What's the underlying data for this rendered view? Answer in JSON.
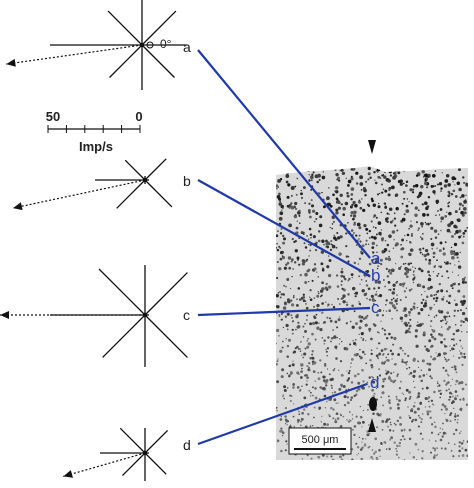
{
  "panels": [
    {
      "id": "a",
      "label": "a",
      "angle_label": "0°"
    },
    {
      "id": "b",
      "label": "b"
    },
    {
      "id": "c",
      "label": "c"
    },
    {
      "id": "d",
      "label": "d"
    }
  ],
  "scale_bar": {
    "left_value": "50",
    "right_value": "0",
    "unit": "Imp/s"
  },
  "micrograph": {
    "scale_label": "500 μm",
    "site_labels": [
      "a",
      "b",
      "c",
      "d"
    ]
  },
  "colors": {
    "connector": "#1f3aa8",
    "site_label": "#2a3fb0",
    "ink": "#111111"
  }
}
